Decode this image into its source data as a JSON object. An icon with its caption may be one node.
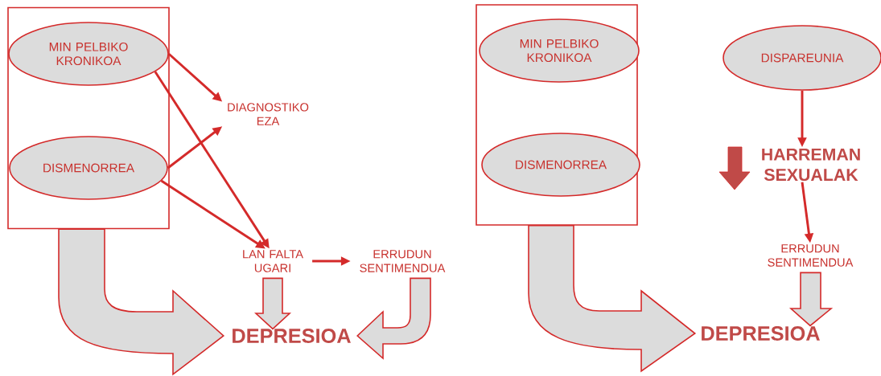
{
  "diagram": {
    "nodes": [
      {
        "text": [],
        "shape": "box"
      },
      {
        "text": [
          "MIN PELBIKO KRONIKOA"
        ],
        "in": 0
      },
      {
        "text": [
          "DISMENORREA"
        ],
        "in": 0
      },
      {
        "text": [
          "DIAGNOSTIKO EZA"
        ]
      },
      {
        "text": [
          "LAN FALTA UGARI"
        ]
      },
      {
        "text": [
          "ERRUDUN SENTIMENDUA"
        ]
      },
      {
        "text": [
          "DEPRESIOA"
        ]
      },
      {
        "text": [],
        "shape": "box"
      },
      {
        "text": [
          "MIN PELBIKO KRONIKOA"
        ],
        "in": 7
      },
      {
        "text": [
          "DISMENORREA"
        ],
        "in": 7
      },
      {
        "text": [
          "DISPAREUNIA"
        ]
      },
      {
        "text": [
          "HARREMAN SEXUALAK"
        ]
      },
      {
        "text": [
          "ERRUDUN SENTIMENDUA"
        ]
      },
      {
        "text": [
          "DEPRESIOA"
        ]
      }
    ],
    "edges": [
      {
        "from": 1,
        "to": 3,
        "arrow": "to"
      },
      {
        "from": 1,
        "to": 4,
        "arrow": "to"
      },
      {
        "from": 2,
        "to": 3,
        "arrow": "to"
      },
      {
        "from": 2,
        "to": 4,
        "arrow": "to"
      },
      {
        "from": 4,
        "to": 5,
        "arrow": "to"
      },
      {
        "from": 0,
        "to": 6,
        "arrow": "to",
        "style": "thick"
      },
      {
        "from": 4,
        "to": 6,
        "arrow": "to",
        "style": "thick"
      },
      {
        "from": 5,
        "to": 6,
        "arrow": "to",
        "style": "thick"
      },
      {
        "from": 10,
        "to": 11,
        "arrow": "to"
      },
      {
        "from": 11,
        "to": 12,
        "arrow": "to"
      },
      {
        "from": 12,
        "to": 13,
        "arrow": "to",
        "style": "thick"
      },
      {
        "from": 7,
        "to": 13,
        "arrow": "to",
        "style": "thick"
      }
    ]
  }
}
